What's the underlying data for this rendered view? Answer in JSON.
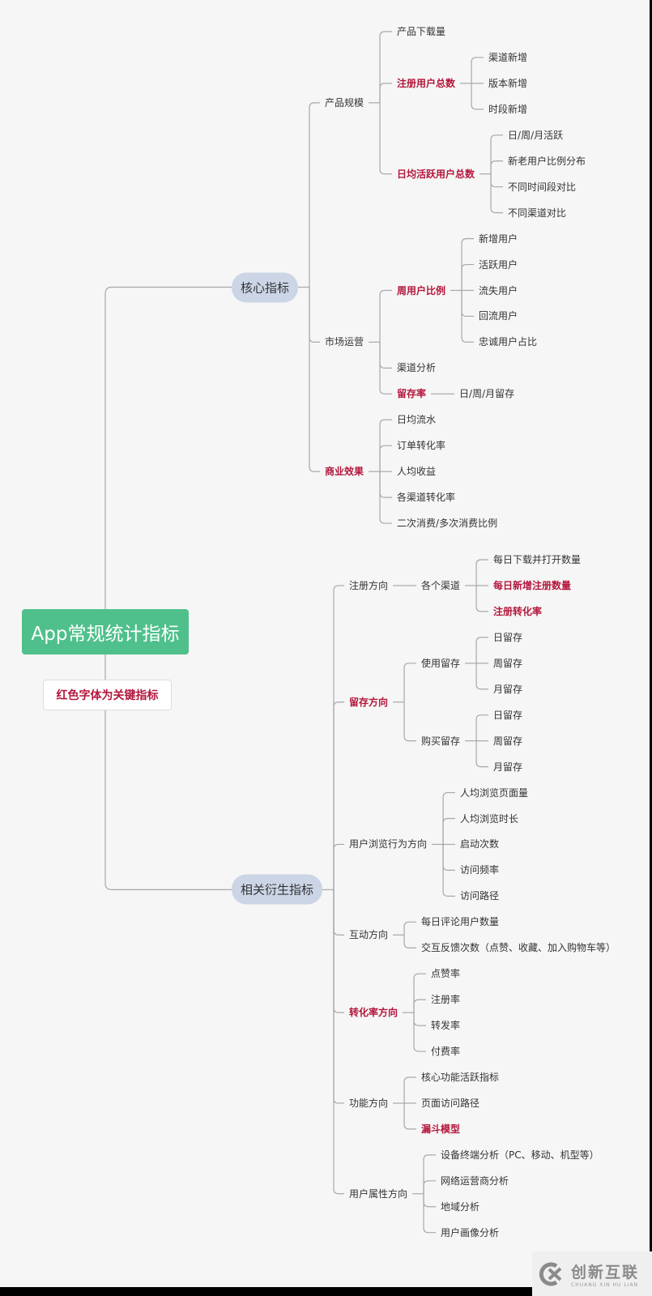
{
  "root": {
    "title": "App常规统计指标",
    "legend": "红色字体为关键指标"
  },
  "colors": {
    "key": "#b3173c",
    "root": "#4fc08b",
    "pill": "#cbd5e6",
    "line": "#a8a8a8"
  },
  "branches": [
    {
      "label": "核心指标",
      "children": [
        {
          "label": "产品规模",
          "children": [
            {
              "label": "产品下载量"
            },
            {
              "label": "注册用户总数",
              "key": true,
              "children": [
                {
                  "label": "渠道新增"
                },
                {
                  "label": "版本新增"
                },
                {
                  "label": "时段新增"
                }
              ]
            },
            {
              "label": "日均活跃用户总数",
              "key": true,
              "children": [
                {
                  "label": "日/周/月活跃"
                },
                {
                  "label": "新老用户比例分布"
                },
                {
                  "label": "不同时间段对比"
                },
                {
                  "label": "不同渠道对比"
                }
              ]
            }
          ]
        },
        {
          "label": "市场运营",
          "children": [
            {
              "label": "周用户比例",
              "key": true,
              "children": [
                {
                  "label": "新增用户"
                },
                {
                  "label": "活跃用户"
                },
                {
                  "label": "流失用户"
                },
                {
                  "label": "回流用户"
                },
                {
                  "label": "忠诚用户占比"
                }
              ]
            },
            {
              "label": "渠道分析"
            },
            {
              "label": "留存率",
              "key": true,
              "children": [
                {
                  "label": "日/周/月留存"
                }
              ]
            }
          ]
        },
        {
          "label": "商业效果",
          "key": true,
          "children": [
            {
              "label": "日均流水"
            },
            {
              "label": "订单转化率"
            },
            {
              "label": "人均收益"
            },
            {
              "label": "各渠道转化率"
            },
            {
              "label": "二次消费/多次消费比例"
            }
          ]
        }
      ]
    },
    {
      "label": "相关衍生指标",
      "children": [
        {
          "label": "注册方向",
          "children": [
            {
              "label": "各个渠道",
              "children": [
                {
                  "label": "每日下载并打开数量"
                },
                {
                  "label": "每日新增注册数量",
                  "key": true
                },
                {
                  "label": "注册转化率",
                  "key": true
                }
              ]
            }
          ]
        },
        {
          "label": "留存方向",
          "key": true,
          "children": [
            {
              "label": "使用留存",
              "children": [
                {
                  "label": "日留存"
                },
                {
                  "label": "周留存"
                },
                {
                  "label": "月留存"
                }
              ]
            },
            {
              "label": "购买留存",
              "children": [
                {
                  "label": "日留存"
                },
                {
                  "label": "周留存"
                },
                {
                  "label": "月留存"
                }
              ]
            }
          ]
        },
        {
          "label": "用户浏览行为方向",
          "children": [
            {
              "label": "人均浏览页面量"
            },
            {
              "label": "人均浏览时长"
            },
            {
              "label": "启动次数"
            },
            {
              "label": "访问频率"
            },
            {
              "label": "访问路径"
            }
          ]
        },
        {
          "label": "互动方向",
          "children": [
            {
              "label": "每日评论用户数量"
            },
            {
              "label": "交互反馈次数（点赞、收藏、加入购物车等）"
            }
          ]
        },
        {
          "label": "转化率方向",
          "key": true,
          "children": [
            {
              "label": "点赞率"
            },
            {
              "label": "注册率"
            },
            {
              "label": "转发率"
            },
            {
              "label": "付费率"
            }
          ]
        },
        {
          "label": "功能方向",
          "children": [
            {
              "label": "核心功能活跃指标"
            },
            {
              "label": "页面访问路径"
            },
            {
              "label": "漏斗模型",
              "key": true
            }
          ]
        },
        {
          "label": "用户属性方向",
          "children": [
            {
              "label": "设备终端分析（PC、移动、机型等）"
            },
            {
              "label": "网络运营商分析"
            },
            {
              "label": "地域分析"
            },
            {
              "label": "用户画像分析"
            }
          ]
        }
      ]
    }
  ],
  "watermark": {
    "name": "创新互联",
    "pinyin": "CHUANG XIN HU LIAN"
  }
}
